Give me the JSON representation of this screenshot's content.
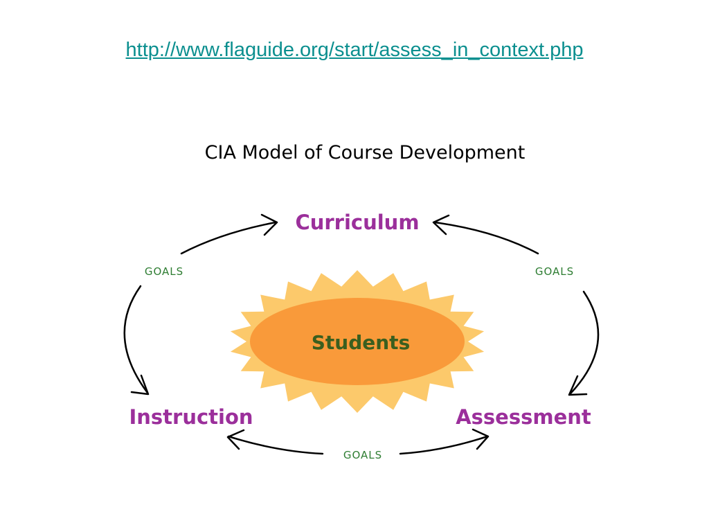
{
  "link": {
    "text": "http://www.flaguide.org/start/assess_in_context.php"
  },
  "diagram": {
    "title": "CIA Model of Course Development",
    "nodes": {
      "curriculum": "Curriculum",
      "instruction": "Instruction",
      "assessment": "Assessment"
    },
    "center": "Students",
    "edge_labels": {
      "left": "GOALS",
      "right": "GOALS",
      "bottom": "GOALS"
    }
  },
  "colors": {
    "link": "#0b8f8f",
    "node_text": "#9b2f9b",
    "goals_text": "#2e7d32",
    "center_text": "#3a5f1f",
    "sun_rays": "#fcc96b",
    "sun_core": "#f99a3a",
    "arrows": "#000000"
  }
}
